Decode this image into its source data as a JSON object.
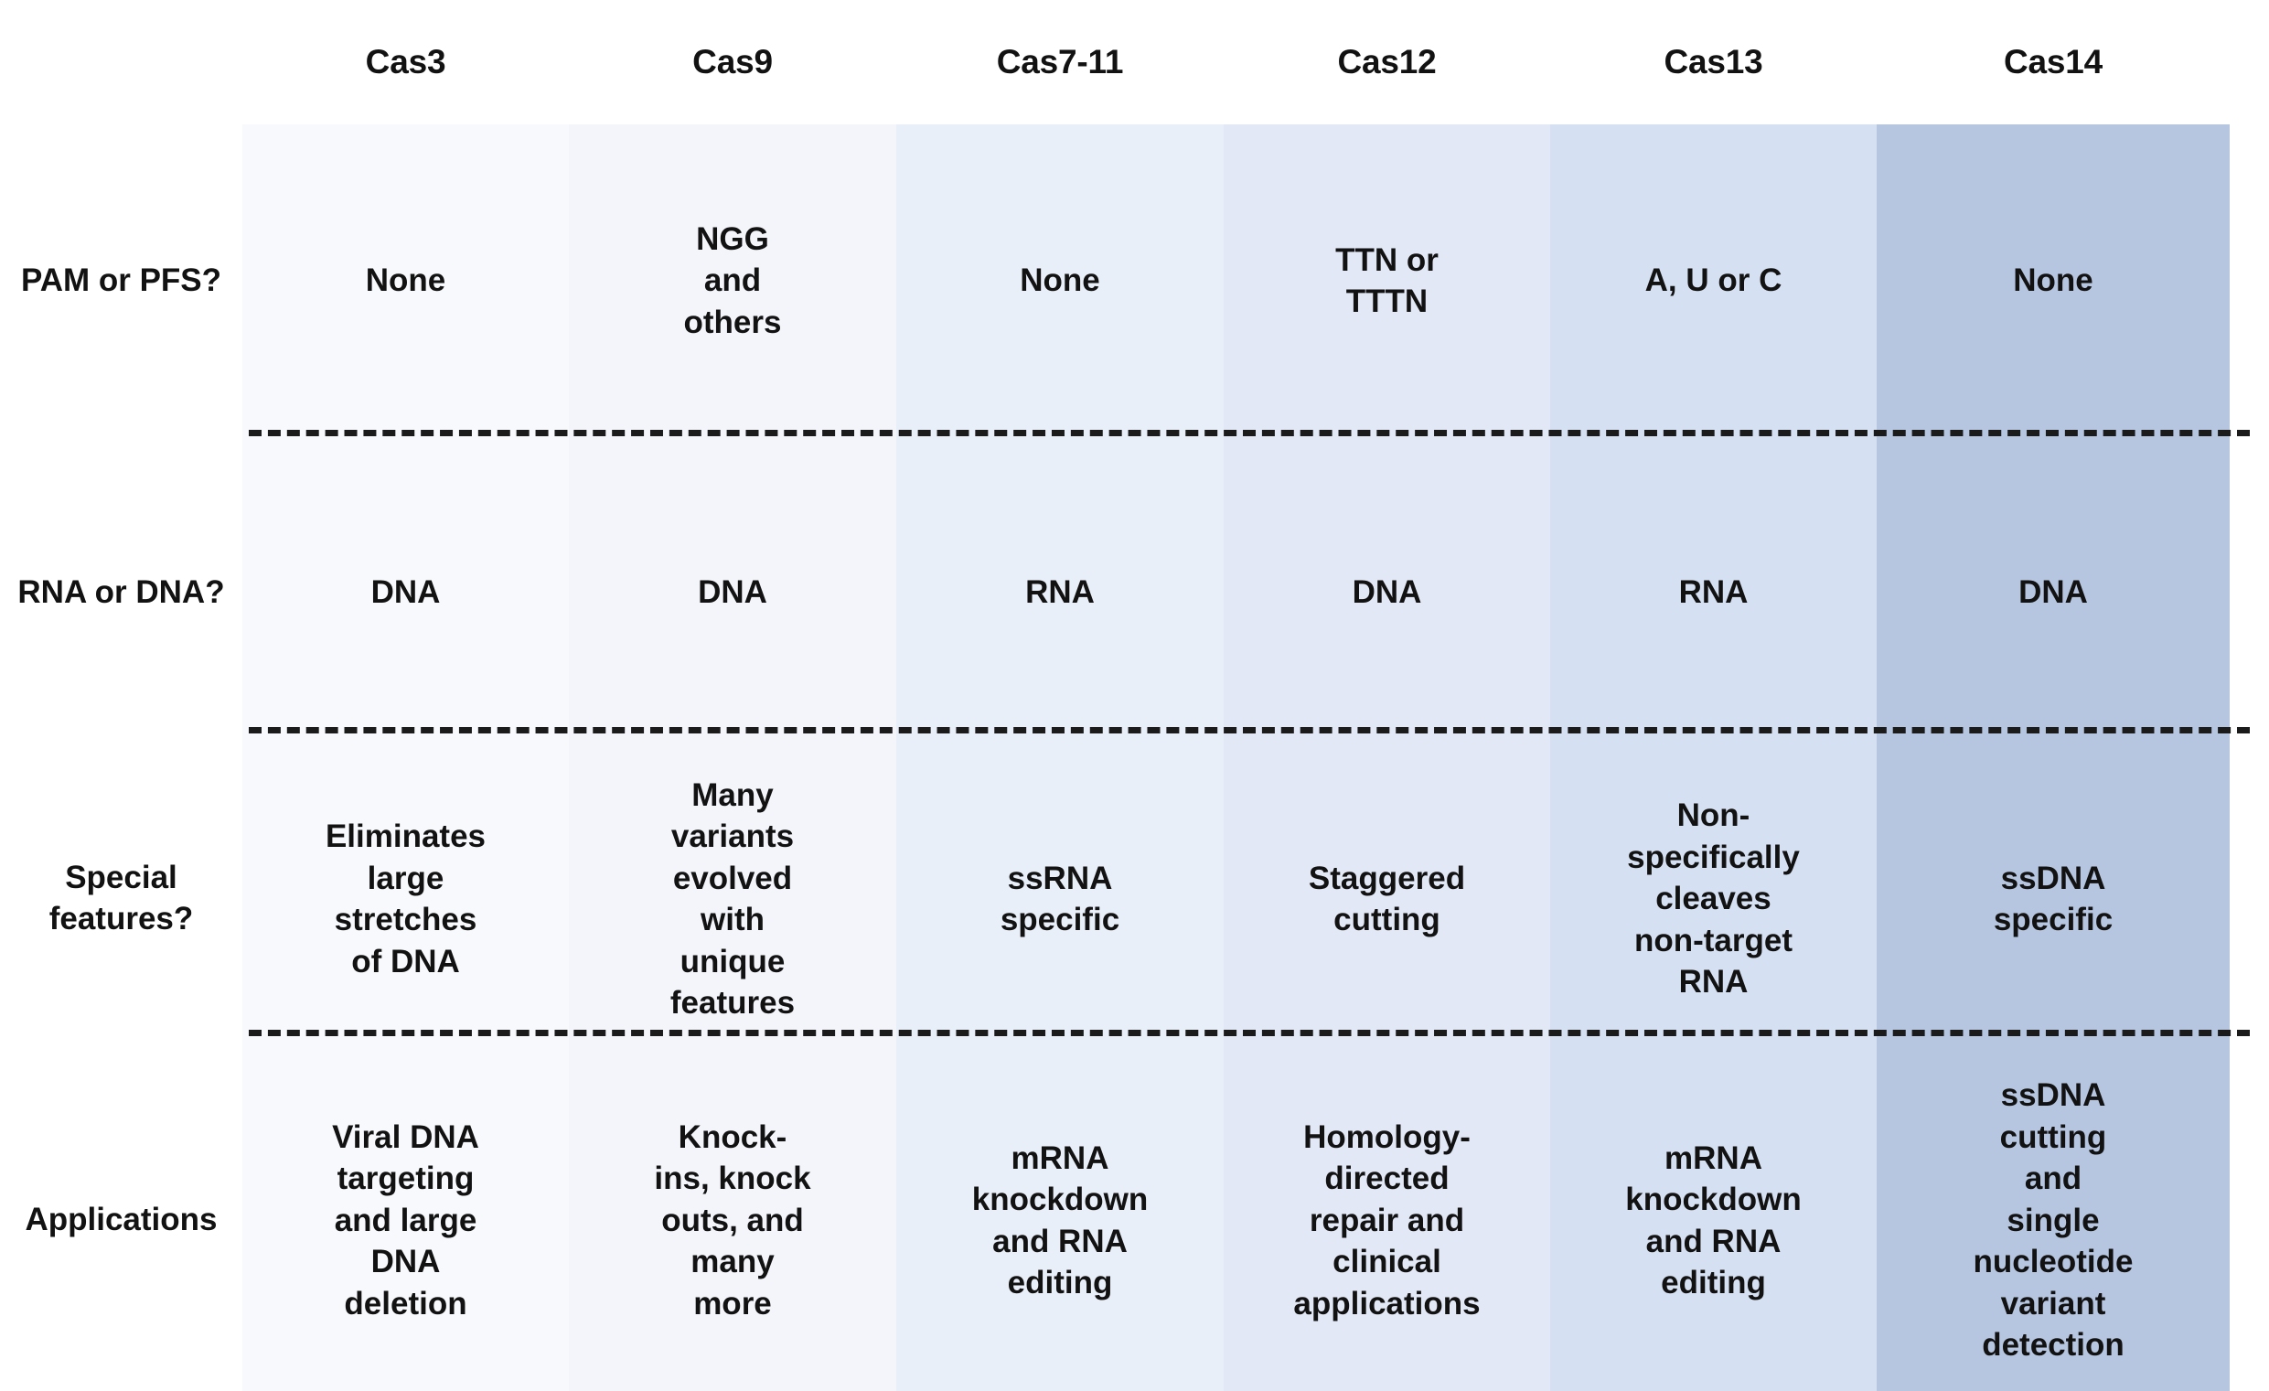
{
  "table": {
    "corner_label": "",
    "columns": [
      {
        "key": "cas3",
        "label": "Cas3"
      },
      {
        "key": "cas9",
        "label": "Cas9"
      },
      {
        "key": "cas7_11",
        "label": "Cas7-11"
      },
      {
        "key": "cas12",
        "label": "Cas12"
      },
      {
        "key": "cas13",
        "label": "Cas13"
      },
      {
        "key": "cas14",
        "label": "Cas14"
      }
    ],
    "column_colors": [
      "#f8f9fc",
      "#f4f5fb",
      "#e9eff8",
      "#e2e8f6",
      "#d5e0f2",
      "#b6c6e0"
    ],
    "rows": [
      {
        "key": "pam_or_pfs",
        "label": "PAM or\nPFS?",
        "cells": [
          "None",
          "NGG\nand\nothers",
          "None",
          "TTN or\nTTTN",
          "A, U or C",
          "None"
        ]
      },
      {
        "key": "rna_or_dna",
        "label": "RNA or\nDNA?",
        "cells": [
          "DNA",
          "DNA",
          "RNA",
          "DNA",
          "RNA",
          "DNA"
        ]
      },
      {
        "key": "special_features",
        "label": "Special\nfeatures?",
        "cells": [
          "Eliminates\nlarge\nstretches\nof DNA",
          "Many\nvariants\nevolved\nwith\nunique\nfeatures",
          "ssRNA\nspecific",
          "Staggered\ncutting",
          "Non-\nspecifically\ncleaves\nnon-target\nRNA",
          "ssDNA\nspecific"
        ]
      },
      {
        "key": "applications",
        "label": "Applications",
        "cells": [
          "Viral DNA\ntargeting\nand large\nDNA\ndeletion",
          "Knock-\nins, knock\nouts, and\nmany\nmore",
          "mRNA\nknockdown\nand RNA\nediting",
          "Homology-\ndirected\nrepair and\nclinical\napplications",
          "mRNA\nknockdown\nand RNA\nediting",
          "ssDNA\ncutting\nand\nsingle\nnucleotide\nvariant\ndetection"
        ]
      }
    ],
    "separator_color": "#1b1b1b"
  }
}
